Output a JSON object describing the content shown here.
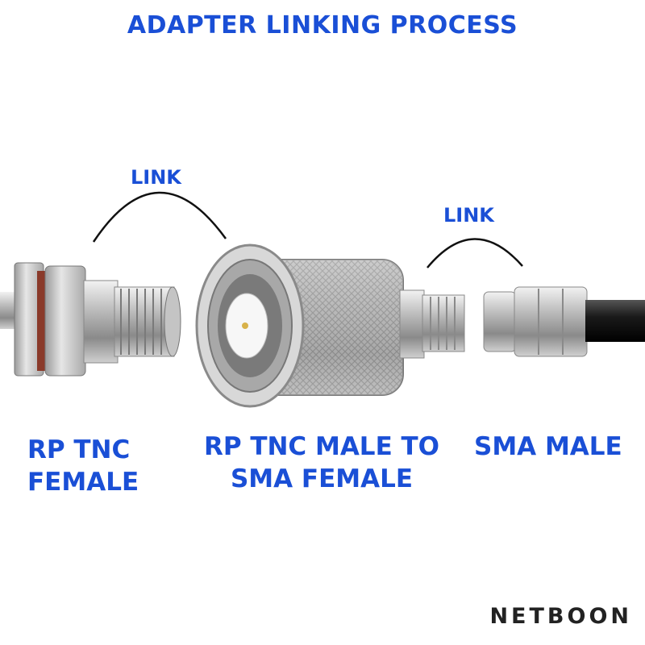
{
  "title": "ADAPTER LINKING PROCESS",
  "links": [
    {
      "label": "LINK"
    },
    {
      "label": "LINK"
    }
  ],
  "parts": [
    {
      "line1": "RP TNC",
      "line2": "FEMALE"
    },
    {
      "line1": "RP TNC MALE TO",
      "line2": "SMA FEMALE"
    },
    {
      "line1": "SMA MALE"
    }
  ],
  "brand": "NETBOON",
  "colors": {
    "label_blue": "#1a4fd6",
    "metal": "#c9c9c9",
    "cable": "#1e1e1e"
  }
}
